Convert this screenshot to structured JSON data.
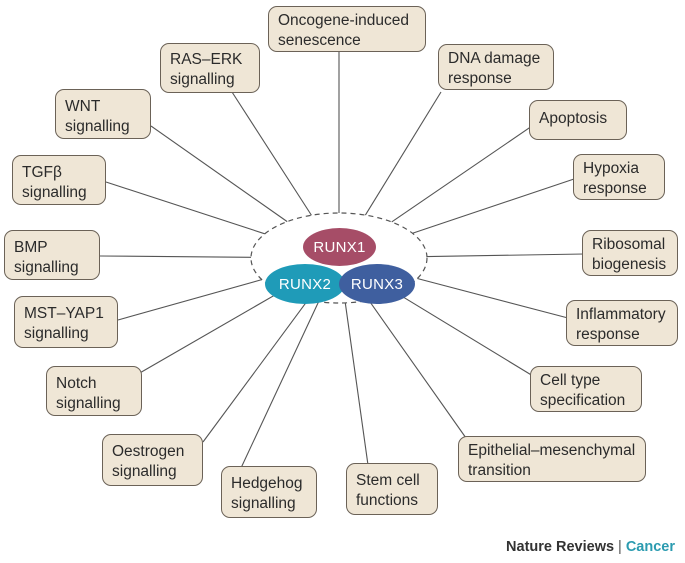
{
  "center": {
    "labels": [
      "RUNX1",
      "RUNX2",
      "RUNX3"
    ],
    "colors": {
      "runx1": "#a64d67",
      "runx2": "#1f9bb8",
      "runx3": "#3f5f9f"
    }
  },
  "nodes": [
    {
      "label": "Oncogene-induced\nsenescence"
    },
    {
      "label": "DNA damage\nresponse"
    },
    {
      "label": "Apoptosis"
    },
    {
      "label": "Hypoxia\nresponse"
    },
    {
      "label": "Ribosomal\nbiogenesis"
    },
    {
      "label": "Inflammatory\nresponse"
    },
    {
      "label": "Cell type\nspecification"
    },
    {
      "label": "Epithelial–mesenchymal\ntransition"
    },
    {
      "label": "Stem cell\nfunctions"
    },
    {
      "label": "Hedgehog\nsignalling"
    },
    {
      "label": "Oestrogen\nsignalling"
    },
    {
      "label": "Notch\nsignalling"
    },
    {
      "label": "MST–YAP1\nsignalling"
    },
    {
      "label": "BMP\nsignalling"
    },
    {
      "label": "TGFβ\nsignalling"
    },
    {
      "label": "WNT\nsignalling"
    },
    {
      "label": "RAS–ERK\nsignalling"
    }
  ],
  "credit": {
    "publisher": "Nature Reviews",
    "separator": "|",
    "journal": "Cancer"
  }
}
